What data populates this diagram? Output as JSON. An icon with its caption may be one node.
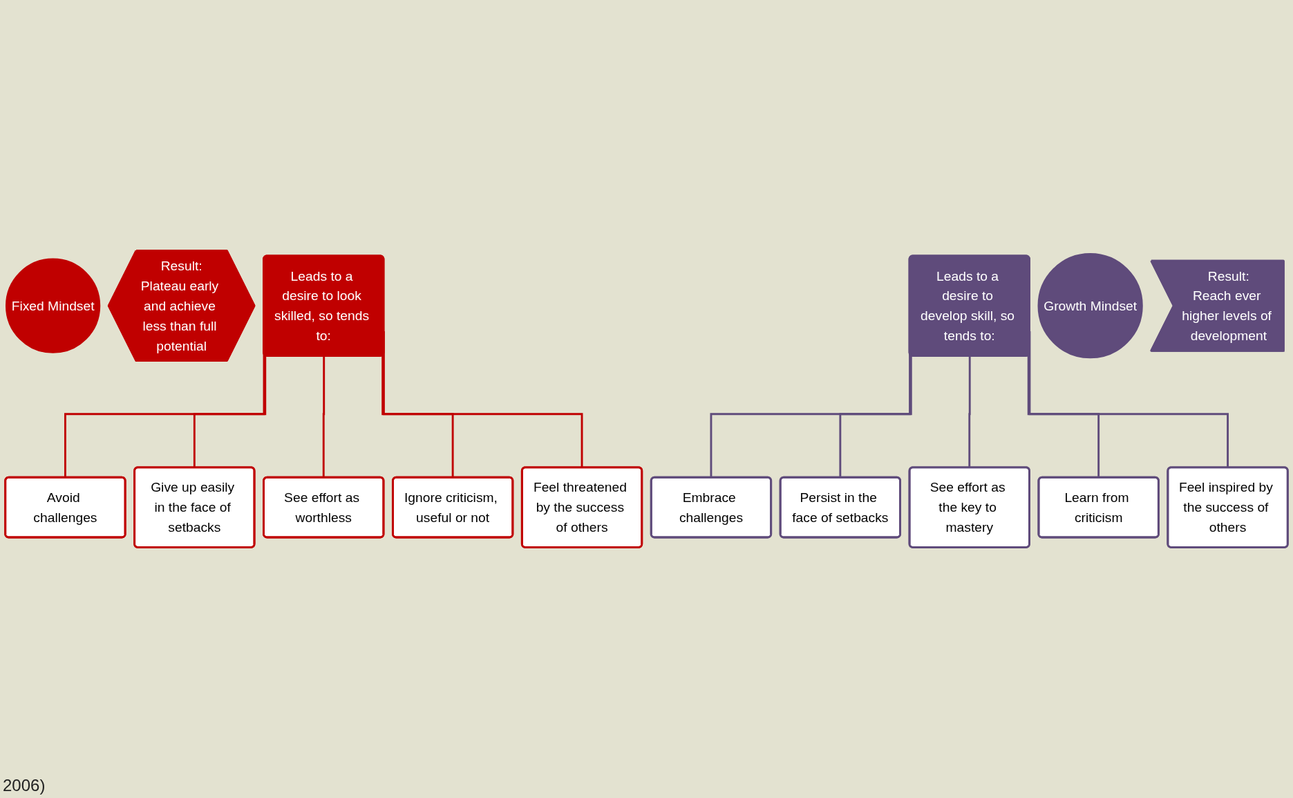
{
  "diagram": {
    "nodes": [
      {
        "text": [
          "Fixed Mindset"
        ]
      },
      {
        "text": [
          "Leads to a desire to look skilled, so tends to:"
        ]
      },
      {
        "text": [
          "Avoid challenges"
        ]
      },
      {
        "text": [
          "Give up easily in the face of setbacks"
        ]
      },
      {
        "text": [
          "See effort as worthless"
        ]
      },
      {
        "text": [
          "Ignore criticism, useful or not"
        ]
      },
      {
        "text": [
          "Feel threatened by the success of others"
        ]
      },
      {
        "text": [
          "Result:",
          "Plateau early and achieve less than full potential"
        ]
      },
      {
        "text": [
          "Growth Mindset"
        ]
      },
      {
        "text": [
          "Leads to a desire to develop skill, so tends to:"
        ]
      },
      {
        "text": [
          "Embrace challenges"
        ]
      },
      {
        "text": [
          "Persist in the face of setbacks"
        ]
      },
      {
        "text": [
          "See effort as the key to mastery"
        ]
      },
      {
        "text": [
          "Learn from criticism"
        ]
      },
      {
        "text": [
          "Feel inspired by the success of others"
        ]
      },
      {
        "text": [
          "Result:",
          "Reach ever higher levels of development"
        ]
      }
    ],
    "edges": [
      {
        "from": 1,
        "to": 2,
        "arrow": "none",
        "color": "#c00000"
      },
      {
        "from": 1,
        "to": 3,
        "arrow": "none",
        "color": "#c00000"
      },
      {
        "from": 1,
        "to": 4,
        "arrow": "none",
        "color": "#c00000"
      },
      {
        "from": 1,
        "to": 5,
        "arrow": "none",
        "color": "#c00000"
      },
      {
        "from": 1,
        "to": 6,
        "arrow": "none",
        "color": "#c00000"
      },
      {
        "from": 9,
        "to": 10,
        "arrow": "none",
        "color": "#5f4b7b"
      },
      {
        "from": 9,
        "to": 11,
        "arrow": "none",
        "color": "#5f4b7b"
      },
      {
        "from": 9,
        "to": 12,
        "arrow": "none",
        "color": "#5f4b7b"
      },
      {
        "from": 9,
        "to": 13,
        "arrow": "none",
        "color": "#5f4b7b"
      },
      {
        "from": 9,
        "to": 14,
        "arrow": "none",
        "color": "#5f4b7b"
      }
    ],
    "labels": [
      "2006)"
    ]
  }
}
